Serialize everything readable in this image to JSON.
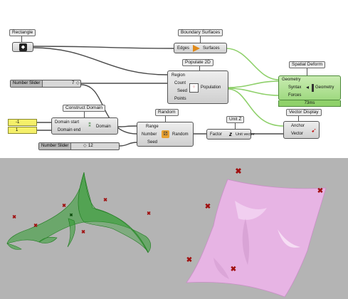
{
  "canvas": {
    "rectangle": {
      "header": "Rectangle"
    },
    "boundary_surfaces": {
      "header": "Boundary Surfaces",
      "input": "Edges",
      "output": "Surfaces"
    },
    "populate2d": {
      "header": "Populate 2D",
      "inputs": [
        "Region",
        "Count",
        "Seed",
        "Points"
      ],
      "output": "Population"
    },
    "spatial_deform": {
      "header": "Spatial Deform",
      "inputs": [
        "Geometry",
        "Syntax",
        "Forces"
      ],
      "output": "Geometry",
      "timing": "73ms"
    },
    "slider_count": {
      "name": "Number Slider",
      "value": "7"
    },
    "construct_domain": {
      "header": "Construct Domain",
      "inputs": [
        "Domain start",
        "Domain end"
      ],
      "output": "Domain"
    },
    "panel1": {
      "value": "-1"
    },
    "panel2": {
      "value": "1"
    },
    "random": {
      "header": "Random",
      "inputs": [
        "Range",
        "Number",
        "Seed"
      ],
      "output": "Random"
    },
    "unitz": {
      "header": "Unit Z",
      "input": "Factor",
      "output": "Unit vector"
    },
    "vector_display": {
      "header": "Vector Display",
      "inputs": [
        "Anchor",
        "Vector"
      ]
    },
    "slider_seed": {
      "name": "Number Slider",
      "value": "12"
    }
  },
  "colors": {
    "wire": "#4a4a4a",
    "wire_selected": "#8ed06a",
    "component_selected": "#8fd16a",
    "panel_yellow": "#f5f06a",
    "viewport_bg": "#b4b4b4",
    "mesh_green": "#2f9d2f",
    "mesh_pink": "#e7b4e4",
    "point_marker": "#a01010"
  },
  "icons": [
    "rectangle-icon",
    "boundary-surfaces-icon",
    "populate2d-icon",
    "spatial-deform-icon",
    "construct-domain-icon",
    "random-icon",
    "unitz-icon",
    "vector-display-icon"
  ]
}
